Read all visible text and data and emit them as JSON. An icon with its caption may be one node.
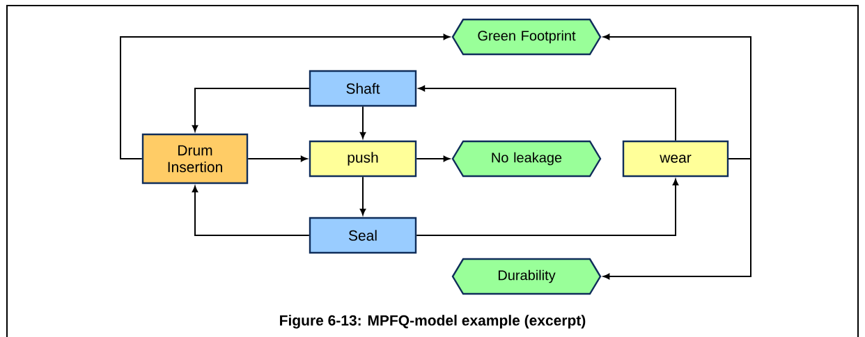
{
  "diagram": {
    "caption": "Figure 6-13: MPFQ-model example (excerpt)",
    "nodes": [
      {
        "text": [
          "Green Footprint"
        ]
      },
      {
        "text": [
          "Shaft"
        ]
      },
      {
        "text": [
          "Drum Insertion"
        ]
      },
      {
        "text": [
          "push"
        ]
      },
      {
        "text": [
          "No leakage"
        ]
      },
      {
        "text": [
          "wear"
        ]
      },
      {
        "text": [
          "Seal"
        ]
      },
      {
        "text": [
          "Durability"
        ]
      }
    ],
    "edges": [
      {
        "from": 2,
        "to": 0,
        "arrow": "to"
      },
      {
        "from": 1,
        "to": 2,
        "arrow": "to"
      },
      {
        "from": 1,
        "to": 3,
        "arrow": "to"
      },
      {
        "from": 2,
        "to": 3,
        "arrow": "to"
      },
      {
        "from": 3,
        "to": 4,
        "arrow": "to"
      },
      {
        "from": 3,
        "to": 6,
        "arrow": "to"
      },
      {
        "from": 6,
        "to": 2,
        "arrow": "to"
      },
      {
        "from": 6,
        "to": 5,
        "arrow": "to"
      },
      {
        "from": 5,
        "to": 1,
        "arrow": "to"
      },
      {
        "from": 5,
        "to": 0,
        "arrow": "to"
      },
      {
        "from": 5,
        "to": 7,
        "arrow": "to"
      }
    ]
  }
}
